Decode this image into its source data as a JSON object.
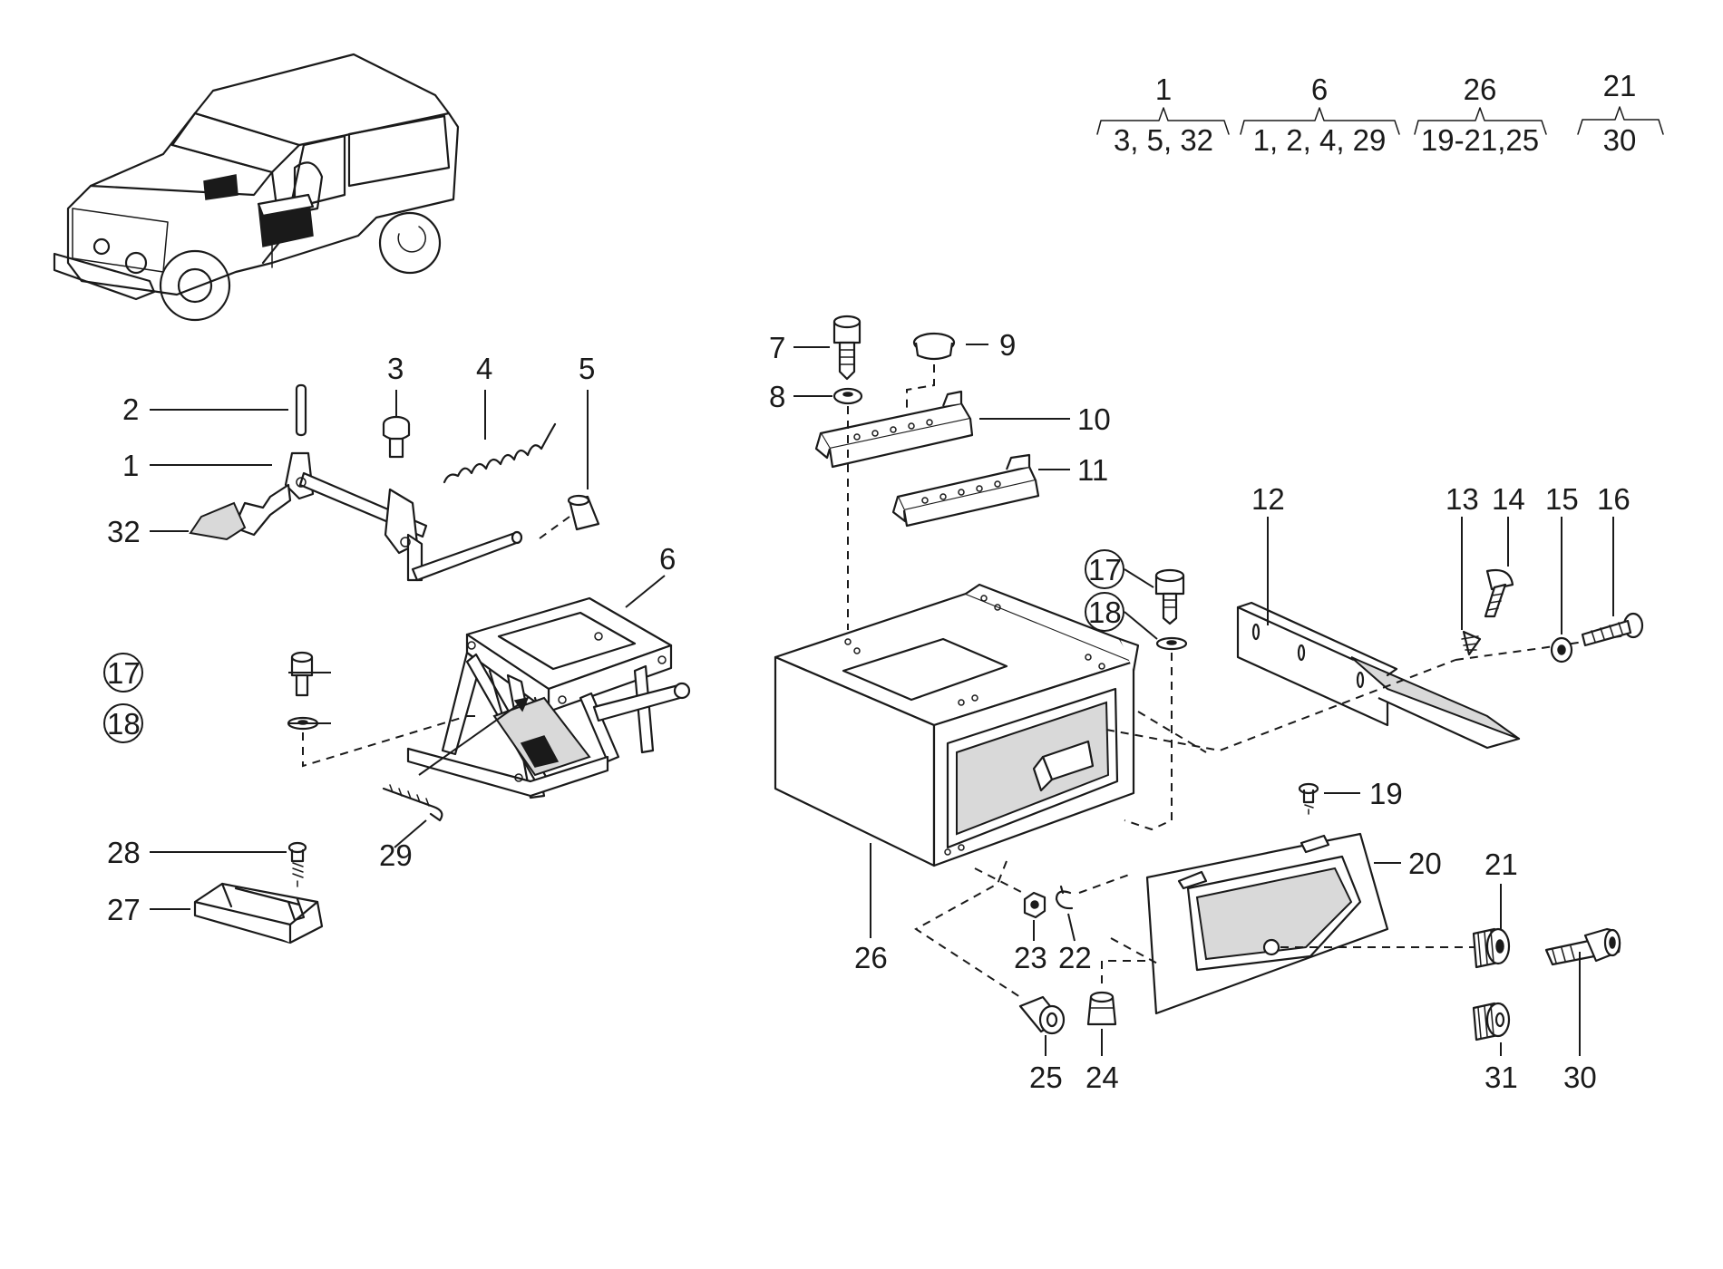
{
  "groups": [
    {
      "parent": "1",
      "children": "3, 5, 32"
    },
    {
      "parent": "6",
      "children": "1, 2, 4, 29"
    },
    {
      "parent": "26",
      "children": "19-21,25"
    },
    {
      "parent": "21",
      "children": "30"
    }
  ],
  "callouts": {
    "n1": "1",
    "n2": "2",
    "n3": "3",
    "n4": "4",
    "n5": "5",
    "n6": "6",
    "n7": "7",
    "n8": "8",
    "n9": "9",
    "n10": "10",
    "n11": "11",
    "n12": "12",
    "n13": "13",
    "n14": "14",
    "n15": "15",
    "n16": "16",
    "n17a": "17",
    "n18a": "18",
    "n17b": "17",
    "n18b": "18",
    "n19": "19",
    "n20": "20",
    "n21": "21",
    "n22": "22",
    "n23": "23",
    "n24": "24",
    "n25": "25",
    "n26": "26",
    "n27": "27",
    "n28": "28",
    "n29": "29",
    "n30": "30",
    "n31": "31",
    "n32": "32"
  }
}
